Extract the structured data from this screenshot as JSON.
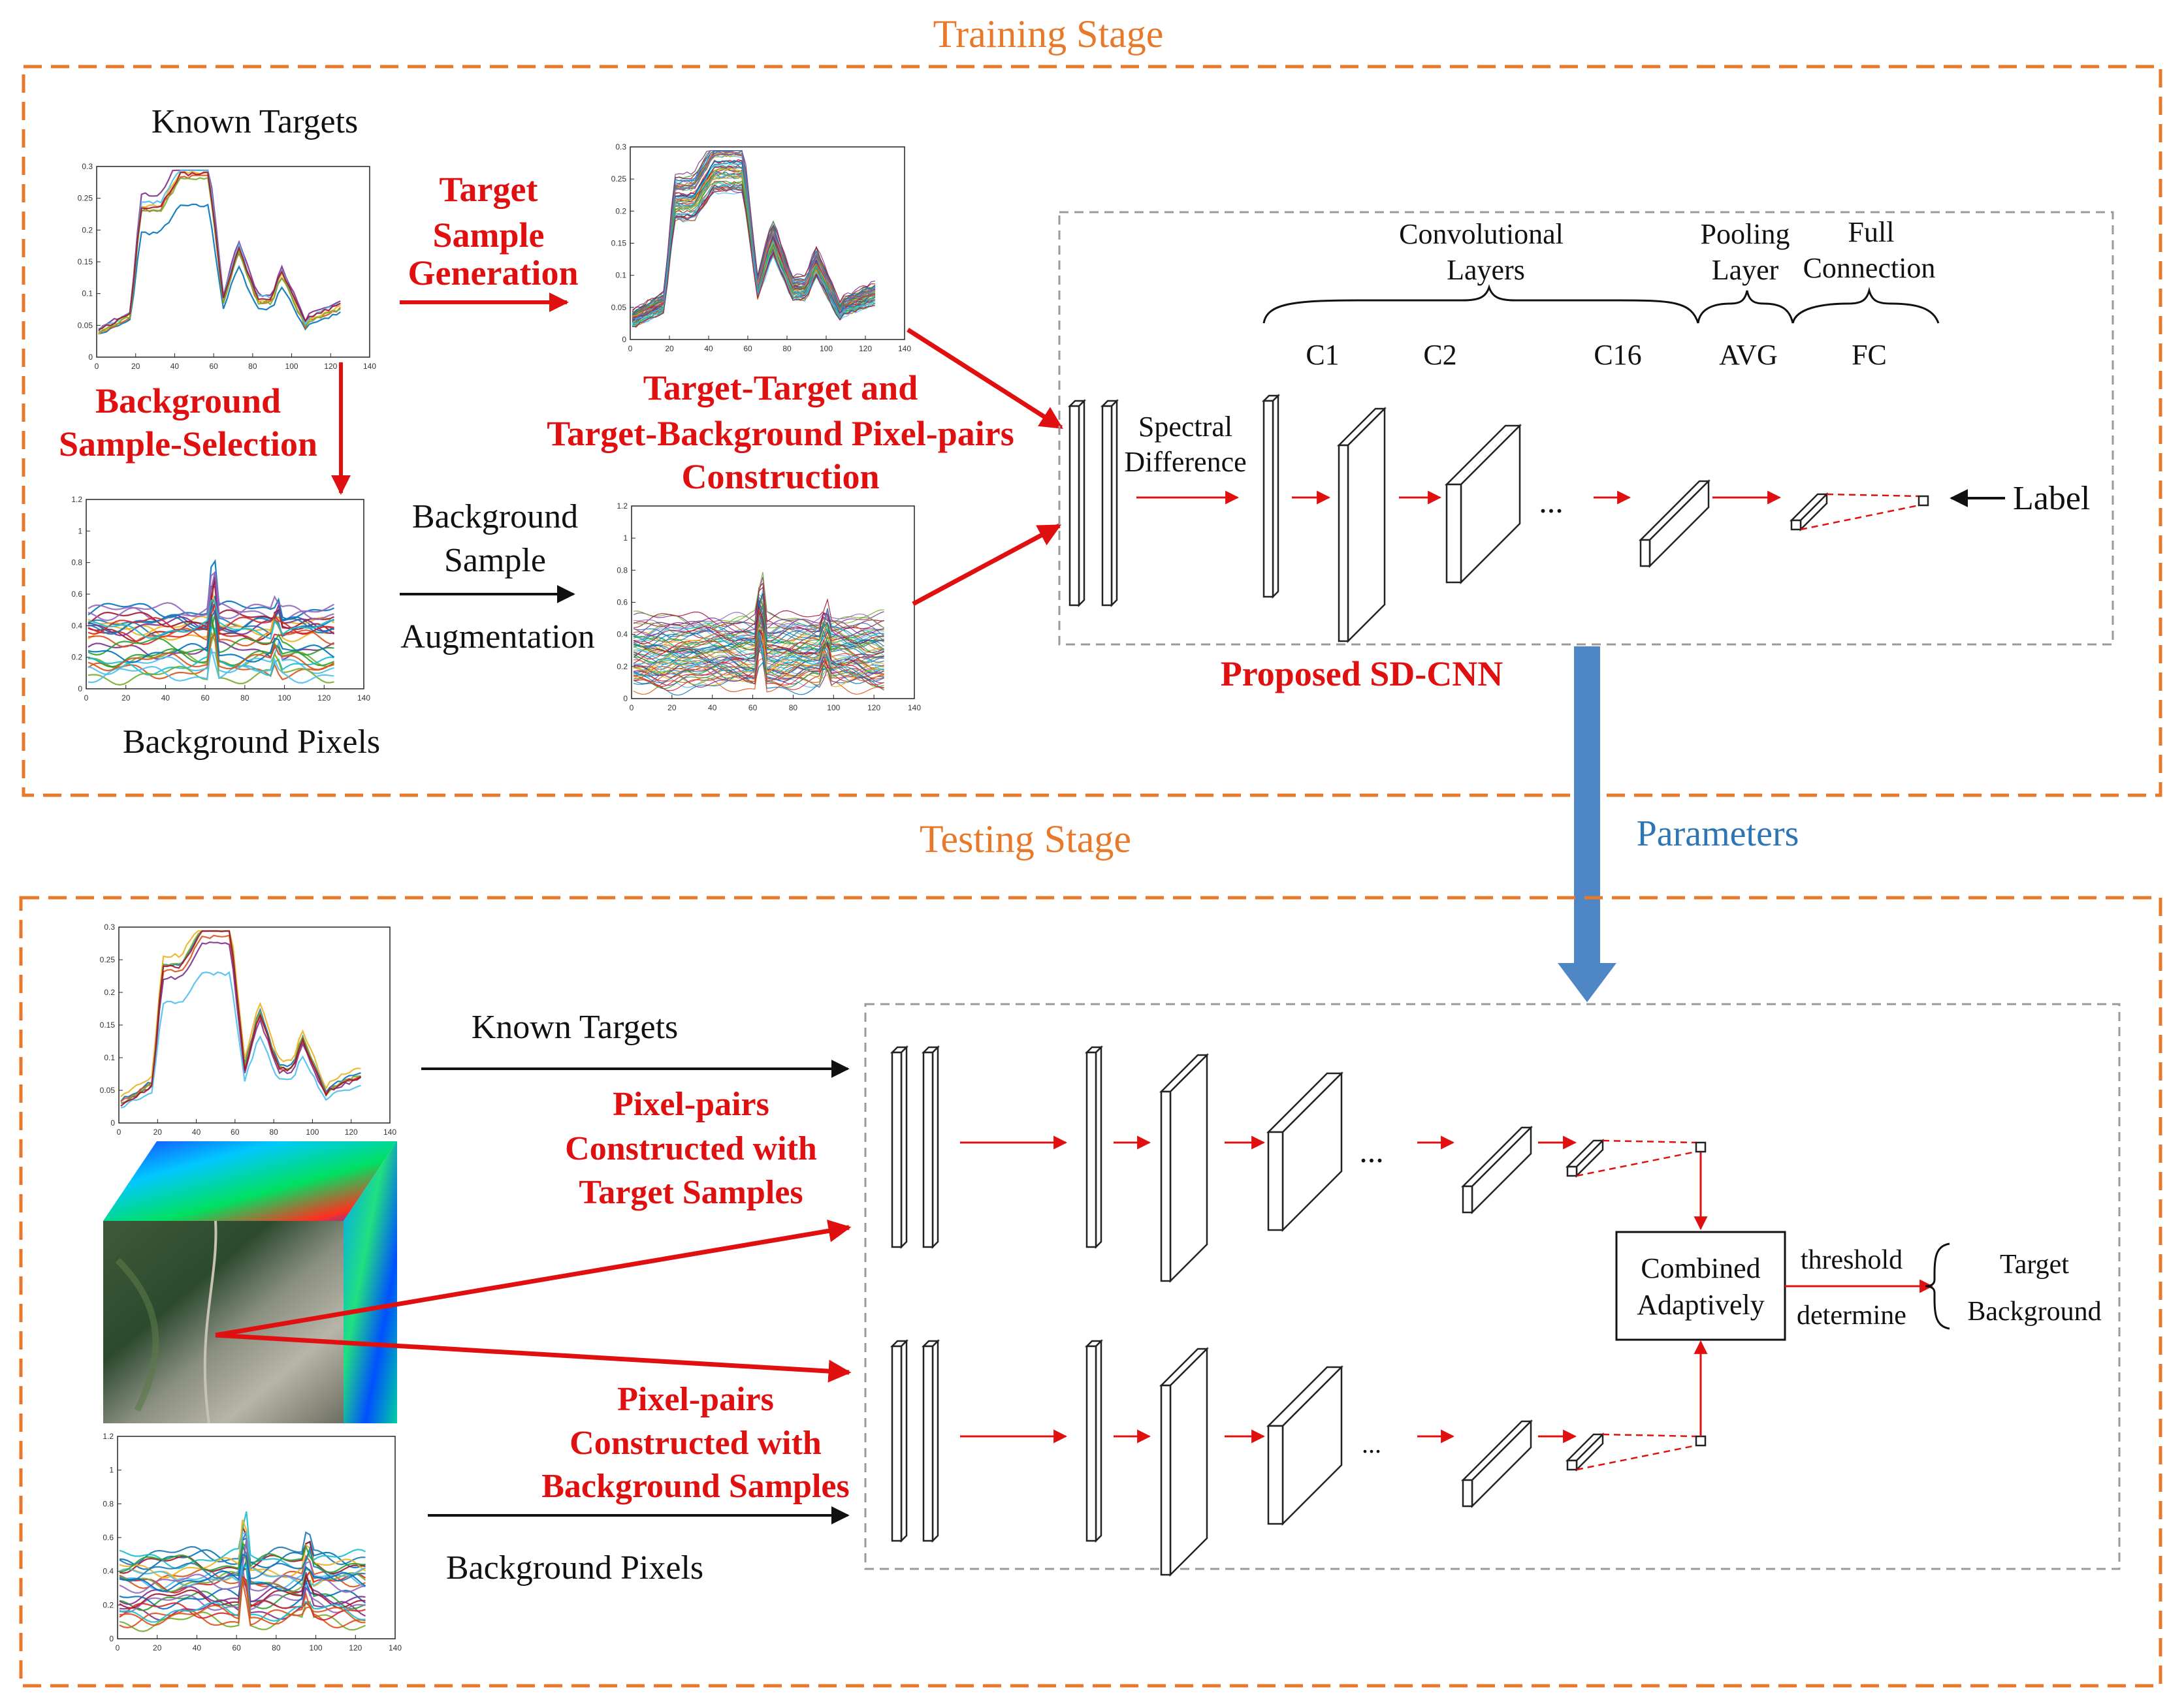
{
  "colors": {
    "stage_orange": "#E8792B",
    "highlight_red": "#E01010",
    "parameters_blue": "#2E75B6",
    "arrow_blue": "#4F86C6",
    "net_dashed_border": "#9A9A9A",
    "black": "#111111"
  },
  "training": {
    "title": "Training Stage",
    "known_targets_label": "Known Targets",
    "target_sample_generation": [
      "Target",
      "Sample",
      "Generation"
    ],
    "background_sample_selection": [
      "Background",
      "Sample-Selection"
    ],
    "background_pixels_label": "Background Pixels",
    "background_sample_augmentation": [
      "Background",
      "Sample",
      "Augmentation"
    ],
    "pixel_pairs_construction": [
      "Target-Target and",
      "Target-Background Pixel-pairs",
      "Construction"
    ],
    "network": {
      "convolutional_layers": [
        "Convolutional",
        "Layers"
      ],
      "pooling_layer": [
        "Pooling",
        "Layer"
      ],
      "full_connection": [
        "Full",
        "Connection"
      ],
      "c1": "C1",
      "c2": "C2",
      "c16": "C16",
      "avg": "AVG",
      "fc": "FC",
      "spectral_difference": [
        "Spectral",
        "Difference"
      ],
      "ellipsis": "...",
      "label": "Label"
    },
    "proposed_network": "Proposed SD-CNN"
  },
  "parameters_label": "Parameters",
  "testing": {
    "title": "Testing Stage",
    "known_targets_label": "Known Targets",
    "pixel_pairs_target": [
      "Pixel-pairs",
      "Constructed with",
      "Target Samples"
    ],
    "pixel_pairs_background": [
      "Pixel-pairs",
      "Constructed with",
      "Background Samples"
    ],
    "background_pixels_label": "Background Pixels",
    "ellipsis": "...",
    "combined_adaptively": [
      "Combined",
      "Adaptively"
    ],
    "threshold": "threshold",
    "determine": "determine",
    "outcome_target": "Target",
    "outcome_background": "Background"
  },
  "plots": {
    "target_spectra": {
      "x_ticks": [
        "0",
        "20",
        "40",
        "60",
        "80",
        "100",
        "120",
        "140"
      ],
      "y_ticks": [
        "0",
        "0.05",
        "0.1",
        "0.15",
        "0.2",
        "0.25",
        "0.3"
      ]
    },
    "background_spectra": {
      "x_ticks": [
        "0",
        "20",
        "40",
        "60",
        "80",
        "100",
        "120",
        "140"
      ],
      "y_ticks": [
        "0",
        "0.2",
        "0.4",
        "0.6",
        "0.8",
        "1",
        "1.2"
      ]
    }
  }
}
